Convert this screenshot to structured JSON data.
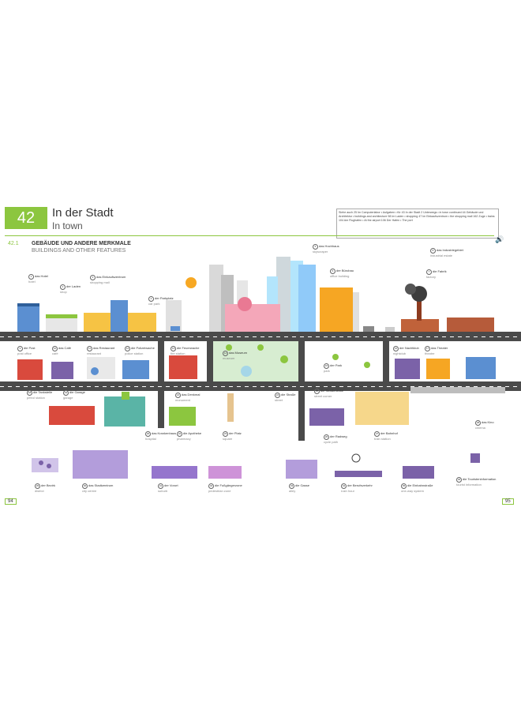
{
  "header": {
    "chapter": "42",
    "title_de": "In der Stadt",
    "title_en": "In town",
    "see_also": "Siehe auch 25 Im Computerlabor • Aufgaben • für 43 In der Stadt 2 Unterwegs • in town continued 44 Gebäude und Architektur • buildings and architecture 98 Im Laden • shopping 47 Im Einkaufszentrum • the shopping mall 162 Zuge • trains 104 Am Flughafen • At the airport 106 Der Hafen • The port"
  },
  "section": {
    "number": "42.1",
    "title_de": "GEBÄUDE UND ANDERE MERKMALE",
    "title_en": "BUILDINGS AND OTHER FEATURES"
  },
  "labels": [
    {
      "n": "1",
      "de": "das Hotel",
      "en": "hotel"
    },
    {
      "n": "2",
      "de": "der Laden",
      "en": "shop"
    },
    {
      "n": "3",
      "de": "das Einkaufszentrum",
      "en": "shopping mall"
    },
    {
      "n": "4",
      "de": "der Parkplatz",
      "en": "car park"
    },
    {
      "n": "5",
      "de": "das Hochhaus",
      "en": "skyscraper"
    },
    {
      "n": "6",
      "de": "der Bürobau",
      "en": "office building"
    },
    {
      "n": "7",
      "de": "die Fabrik",
      "en": "factory"
    },
    {
      "n": "8",
      "de": "das Industriegebiet",
      "en": "industrial estate"
    },
    {
      "n": "9",
      "de": "die Post",
      "en": "post office"
    },
    {
      "n": "10",
      "de": "das Café",
      "en": "café"
    },
    {
      "n": "11",
      "de": "das Restaurant",
      "en": "restaurant"
    },
    {
      "n": "12",
      "de": "die Polizeiwache",
      "en": "police station"
    },
    {
      "n": "13",
      "de": "die Feuerwache",
      "en": "fire station"
    },
    {
      "n": "14",
      "de": "das Museum",
      "en": "museum"
    },
    {
      "n": "15",
      "de": "der Park",
      "en": "park"
    },
    {
      "n": "16",
      "de": "der Nachtklub",
      "en": "nightclub"
    },
    {
      "n": "17",
      "de": "das Theater",
      "en": "theatre"
    },
    {
      "n": "18",
      "de": "die Tankstelle",
      "en": "petrol station"
    },
    {
      "n": "19",
      "de": "die Garage",
      "en": "garage"
    },
    {
      "n": "20",
      "de": "das Krankenhaus",
      "en": "hospital"
    },
    {
      "n": "21",
      "de": "das Denkmal",
      "en": "monument"
    },
    {
      "n": "22",
      "de": "die Apotheke",
      "en": "pharmacy"
    },
    {
      "n": "23",
      "de": "der Platz",
      "en": "square"
    },
    {
      "n": "24",
      "de": "die Straße",
      "en": "street"
    },
    {
      "n": "25",
      "de": "die Straßenecke",
      "en": "street corner"
    },
    {
      "n": "26",
      "de": "der Radweg",
      "en": "cycle path"
    },
    {
      "n": "27",
      "de": "der Bahnhof",
      "en": "train station"
    },
    {
      "n": "28",
      "de": "das Kino",
      "en": "cinema"
    },
    {
      "n": "29",
      "de": "der Bezirk",
      "en": "district"
    },
    {
      "n": "30",
      "de": "das Stadtzentrum",
      "en": "city centre"
    },
    {
      "n": "31",
      "de": "der Vorort",
      "en": "suburb"
    },
    {
      "n": "32",
      "de": "die Fußgängerzone",
      "en": "pedestrian zone"
    },
    {
      "n": "33",
      "de": "die Gasse",
      "en": "alley"
    },
    {
      "n": "34",
      "de": "der Berufsverkehr",
      "en": "rush hour"
    },
    {
      "n": "35",
      "de": "die Einbahnstraße",
      "en": "one-way system"
    },
    {
      "n": "36",
      "de": "die Touristeninformation",
      "en": "tourist information"
    }
  ],
  "page_numbers": {
    "left": "94",
    "right": "95"
  },
  "colors": {
    "accent": "#8cc63f",
    "road": "#4a4a4a",
    "purple": "#8e6bb5"
  }
}
